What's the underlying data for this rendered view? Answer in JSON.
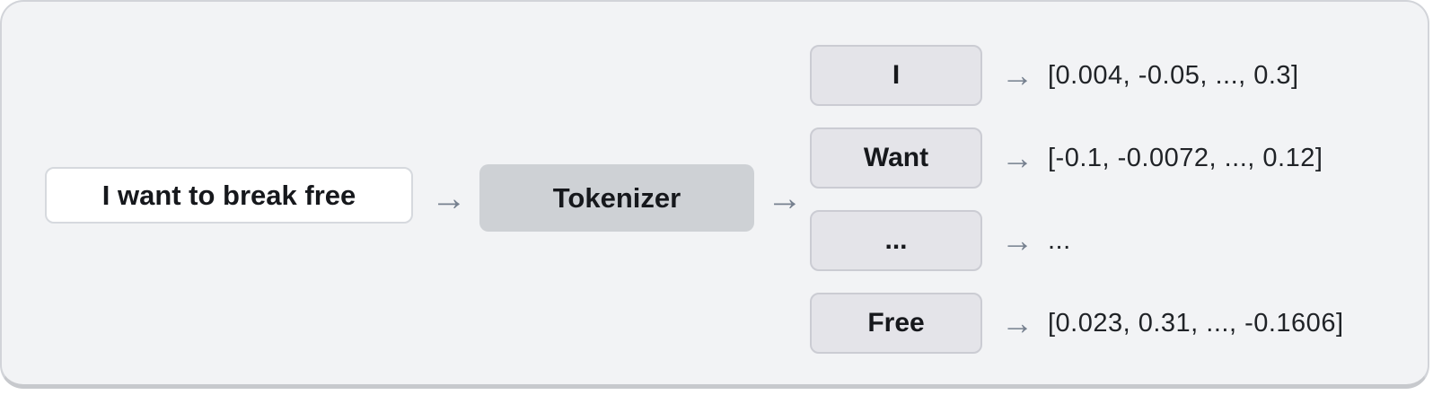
{
  "diagram": {
    "input_label": "I want to break free",
    "tokenizer_label": "Tokenizer",
    "arrow_glyph": "→",
    "tokens": [
      {
        "label": "I",
        "vector": "[0.004, -0.05, ..., 0.3]"
      },
      {
        "label": "Want",
        "vector": "[-0.1, -0.0072, ..., 0.12]"
      },
      {
        "label": "...",
        "vector": "..."
      },
      {
        "label": "Free",
        "vector": "[0.023, 0.31, ..., -0.1606]"
      }
    ],
    "colors": {
      "card_background": "#f2f3f5",
      "card_border": "#d2d4d9",
      "input_box_background": "#ffffff",
      "input_box_border": "#d6d9de",
      "tokenizer_box_background": "#ced1d5",
      "token_box_background": "#e4e4e9",
      "token_box_border": "#cbccd3",
      "arrow": "#76808f",
      "label_text": "#16181c"
    }
  }
}
